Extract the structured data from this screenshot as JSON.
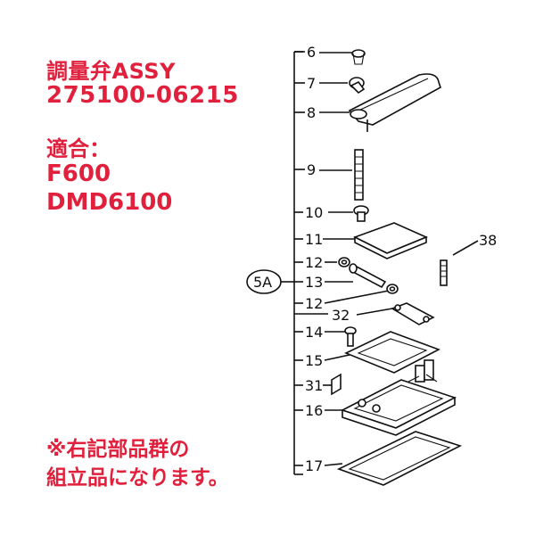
{
  "title": {
    "product": "調量弁ASSY",
    "part_number": "275100-06215"
  },
  "compat": {
    "heading": "適合：",
    "models": [
      "F600",
      "DMD6100"
    ]
  },
  "note": {
    "line1": "※右記部品群の",
    "line2": "組立品になります。"
  },
  "callouts": {
    "group": "5A",
    "c6": "6",
    "c7": "7",
    "c8": "8",
    "c9": "9",
    "c10": "10",
    "c11": "11",
    "c12a": "12",
    "c13": "13",
    "c12b": "12",
    "c32": "32",
    "c14": "14",
    "c15": "15",
    "c31": "31",
    "c16": "16",
    "c17": "17",
    "c38": "38"
  },
  "colors": {
    "accent": "#e0203c",
    "ink": "#111111"
  }
}
